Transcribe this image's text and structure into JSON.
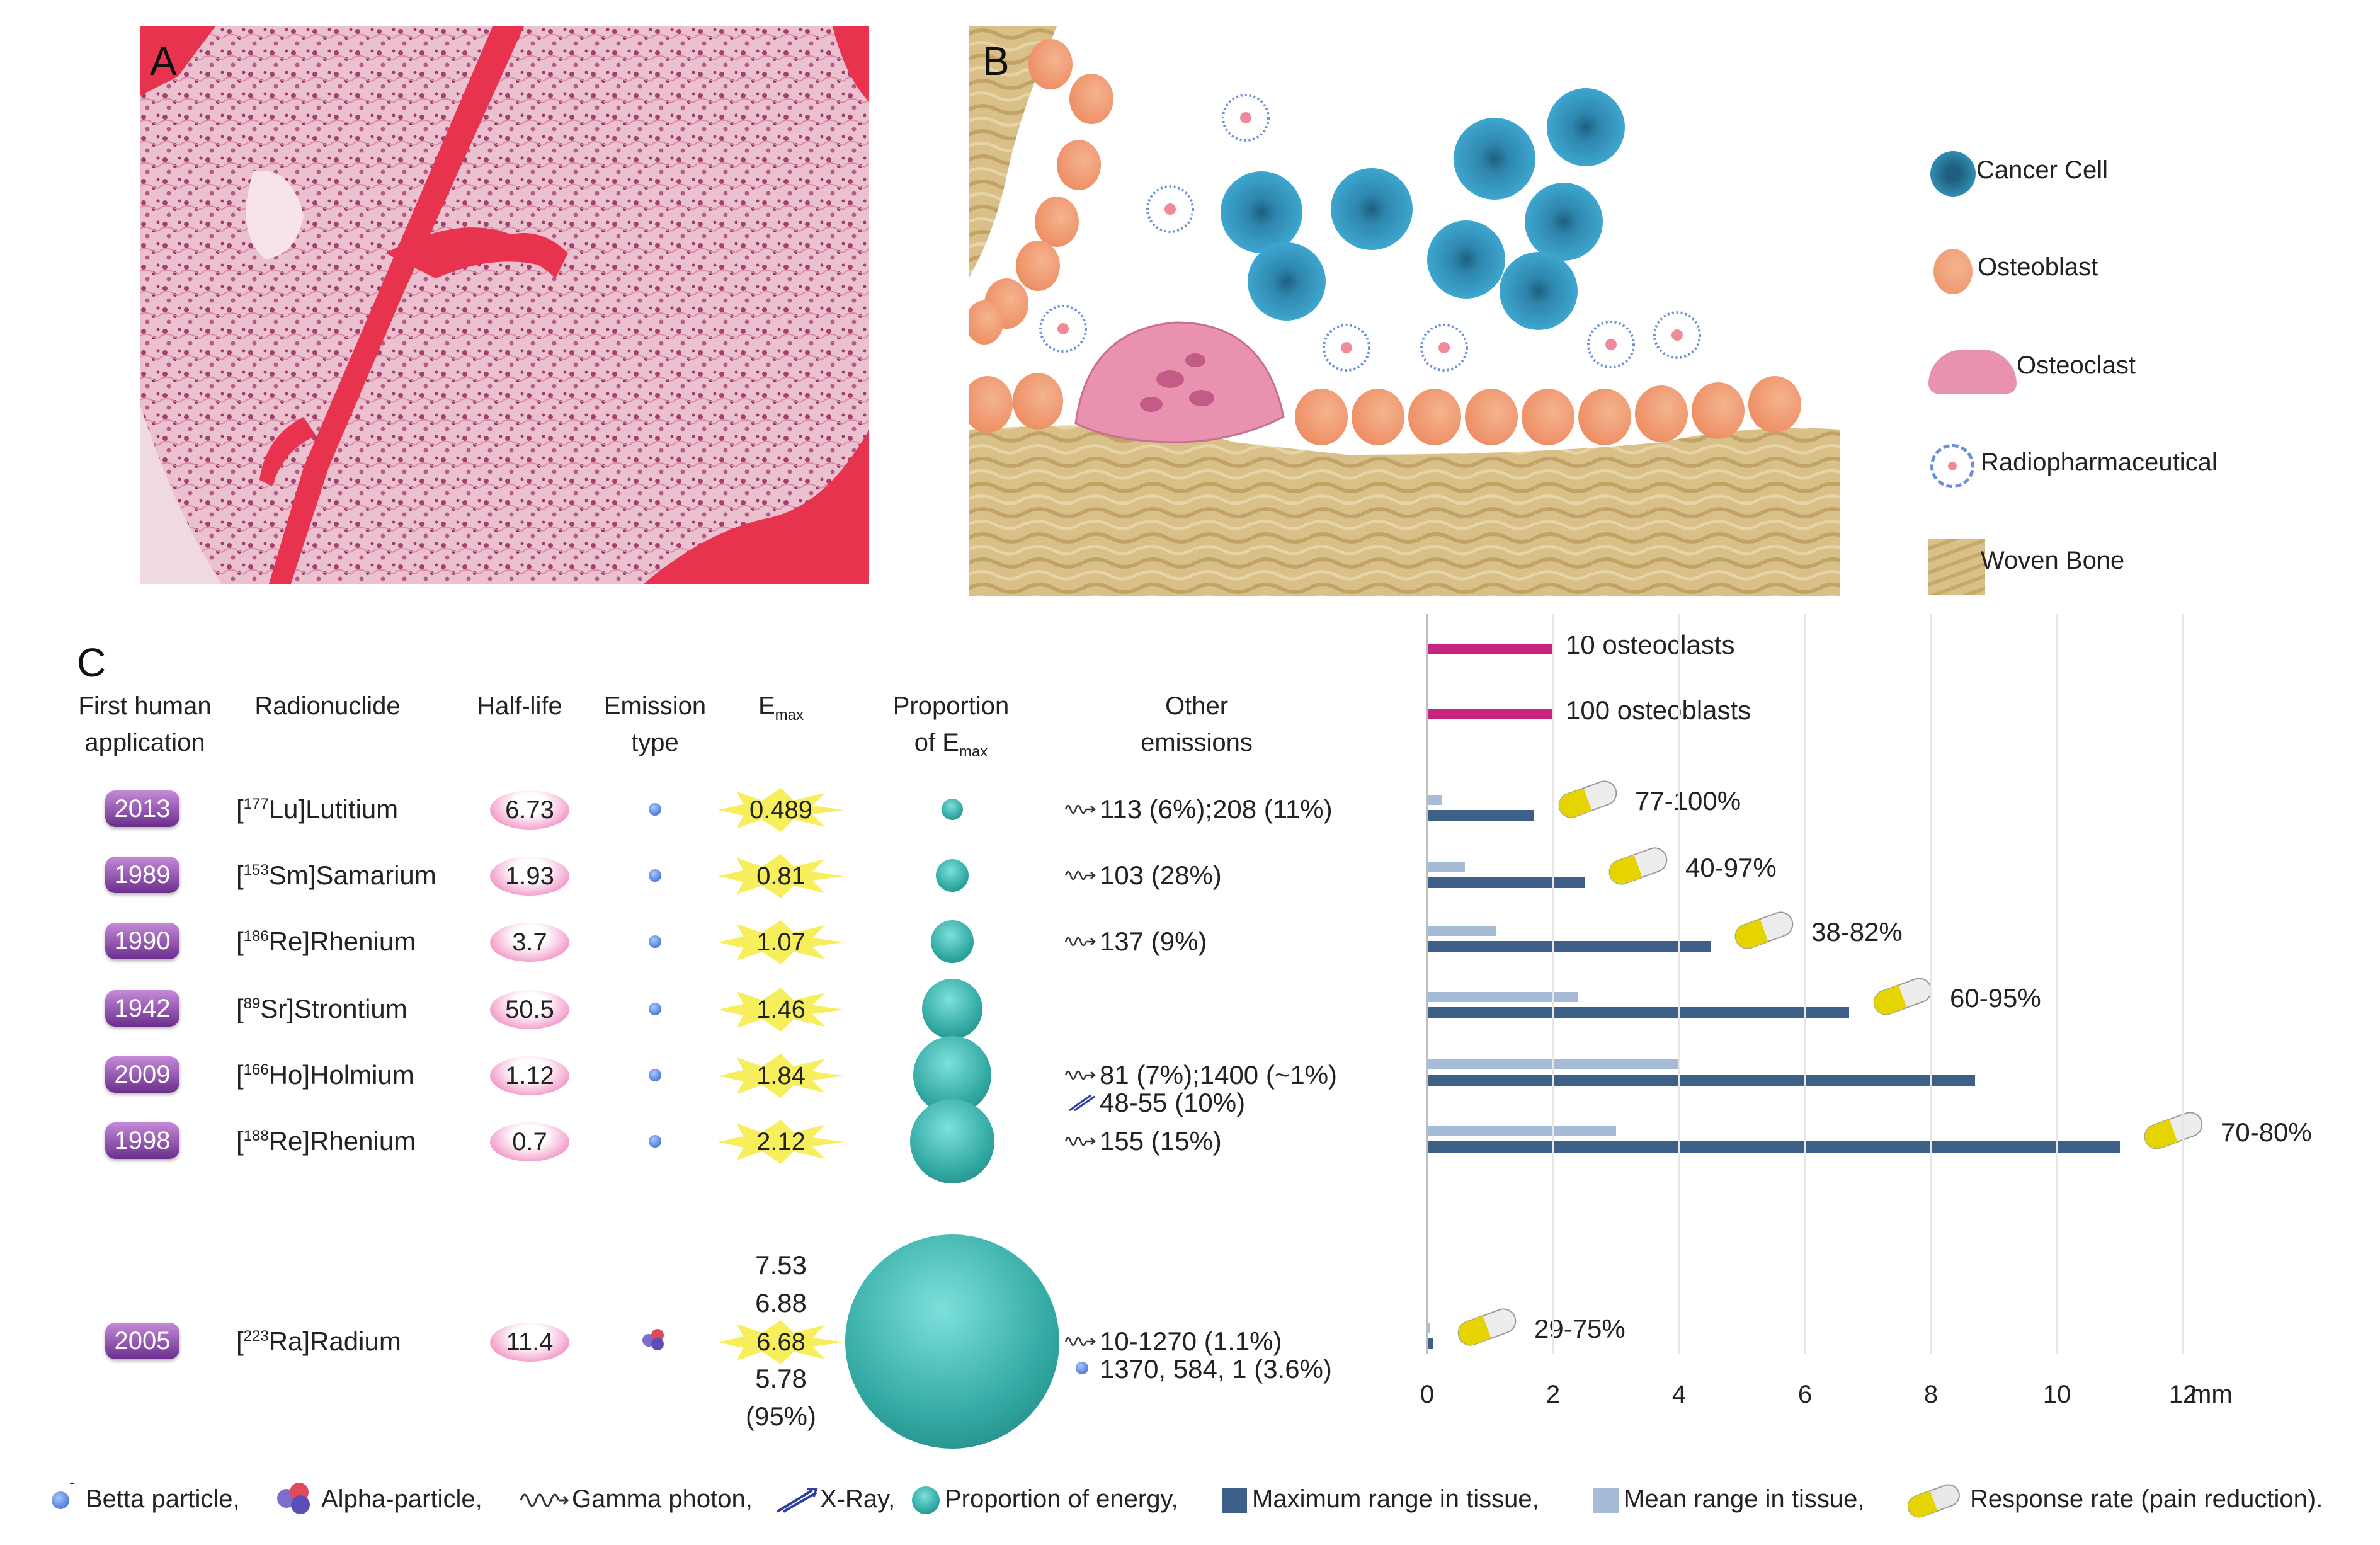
{
  "panels": {
    "a": "A",
    "b": "B",
    "c": "C"
  },
  "legend_b": [
    {
      "label": "Cancer Cell"
    },
    {
      "label": "Osteoblast"
    },
    {
      "label": "Osteoclast"
    },
    {
      "label": "Radiopharmaceutical"
    },
    {
      "label": "Woven Bone"
    }
  ],
  "table": {
    "headers": {
      "first_a": "First human",
      "first_b": "application",
      "radionuclide": "Radionuclide",
      "half_life": "Half-life",
      "emission_a": "Emission",
      "emission_b": "type",
      "emax_main": "E",
      "emax_sub": "max",
      "prop_a": "Proportion",
      "prop_b": "of E",
      "prop_sub": "max",
      "other_a": "Other",
      "other_b": "emissions"
    },
    "rows": [
      {
        "year": "2013",
        "mass": "177",
        "sym": "Lu",
        "name": "Lutitium",
        "half_life": "6.73",
        "emax": "0.489",
        "other1": "113 (6%);208 (11%)",
        "other2": "",
        "response": "77-100%"
      },
      {
        "year": "1989",
        "mass": "153",
        "sym": "Sm",
        "name": "Samarium",
        "half_life": "1.93",
        "emax": "0.81",
        "other1": "103 (28%)",
        "other2": "",
        "response": "40-97%"
      },
      {
        "year": "1990",
        "mass": "186",
        "sym": "Re",
        "name": "Rhenium",
        "half_life": "3.7",
        "emax": "1.07",
        "other1": "137 (9%)",
        "other2": "",
        "response": "38-82%"
      },
      {
        "year": "1942",
        "mass": "89",
        "sym": "Sr",
        "name": "Strontium",
        "half_life": "50.5",
        "emax": "1.46",
        "other1": "",
        "other2": "",
        "response": "60-95%"
      },
      {
        "year": "2009",
        "mass": "166",
        "sym": "Ho",
        "name": "Holmium",
        "half_life": "1.12",
        "emax": "1.84",
        "other1": "81 (7%);1400 (~1%)",
        "other2": "48-55 (10%)",
        "response": ""
      },
      {
        "year": "1998",
        "mass": "188",
        "sym": "Re",
        "name": "Rhenium",
        "half_life": "0.7",
        "emax": "2.12",
        "other1": "155 (15%)",
        "other2": "",
        "response": "70-80%"
      },
      {
        "year": "2005",
        "mass": "223",
        "sym": "Ra",
        "name": "Radium",
        "half_life": "11.4",
        "emax": "6.68",
        "emax_extra": [
          "7.53",
          "6.88",
          "5.78",
          "(95%)"
        ],
        "other1": "10-1270 (1.1%)",
        "other2": "1370, 584, 1 (3.6%)",
        "response": "29-75%"
      }
    ]
  },
  "chart_data": {
    "type": "bar",
    "orientation": "horizontal",
    "x_unit": "mm",
    "xlim": [
      0,
      12
    ],
    "ticks": [
      "0",
      "2",
      "4",
      "6",
      "8",
      "10",
      "12"
    ],
    "tick_values": [
      0,
      2,
      4,
      6,
      8,
      10,
      12
    ],
    "reference_bars": [
      {
        "label": "10 osteoclasts",
        "value": 2.0
      },
      {
        "label": "100 osteoblasts",
        "value": 2.0
      }
    ],
    "categories": [
      "177Lu",
      "153Sm",
      "186Re",
      "89Sr",
      "166Ho",
      "188Re",
      "223Ra"
    ],
    "series": [
      {
        "name": "Mean range in tissue",
        "values": [
          0.23,
          0.6,
          1.1,
          2.4,
          4.0,
          3.0,
          0.05
        ]
      },
      {
        "name": "Maximum range in tissue",
        "values": [
          1.7,
          2.5,
          4.5,
          6.7,
          8.7,
          11.0,
          0.1
        ]
      }
    ],
    "response_rate": [
      "77-100%",
      "40-97%",
      "38-82%",
      "60-95%",
      "",
      "70-80%",
      "29-75%"
    ]
  },
  "legend_bottom": {
    "beta": "Betta particle,",
    "beta_sup": "-",
    "alpha": "Alpha-particle,",
    "gamma": "Gamma photon,",
    "xray": "X-Ray,",
    "prop": "Proportion of energy,",
    "max": "Maximum range in tissue,",
    "mean": "Mean range in tissue,",
    "resp": "Response rate (pain reduction)."
  },
  "colors": {
    "teal": "#33a9a3",
    "purple": "#6b2f8c",
    "pink": "#e0609f",
    "bar_dark": "#3e5f87",
    "bar_light": "#a6bcd6",
    "bar_ref": "#c7247e",
    "cancer": "#2f8fb8",
    "osteoblast": "#f2a47e",
    "osteoclast": "#e892b0",
    "bone": "#d9c089"
  }
}
